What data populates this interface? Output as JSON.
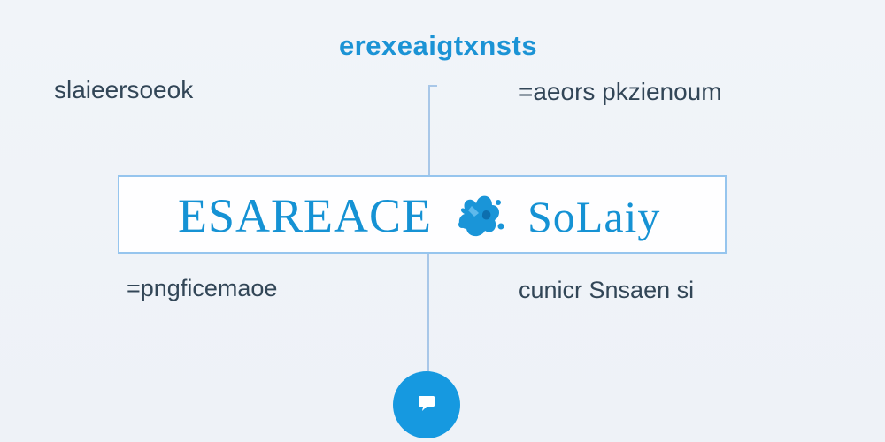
{
  "diagram": {
    "title": "erexeaigtxnsts",
    "left_top": "slaieersoeok",
    "right_top": "=aeors pkzienoum",
    "left_bottom": "=pngficemaoe",
    "right_bottom": "cunicr Snsaen si",
    "hero_left": "ESAREACE",
    "hero_right": "SoLaiy",
    "icons": {
      "logo": "splash-icon",
      "bottom": "chat-bubble-icon"
    },
    "colors": {
      "accent": "#1592d4",
      "line": "#a8c7e8",
      "text": "#324657",
      "background": "#eef2f7"
    }
  }
}
